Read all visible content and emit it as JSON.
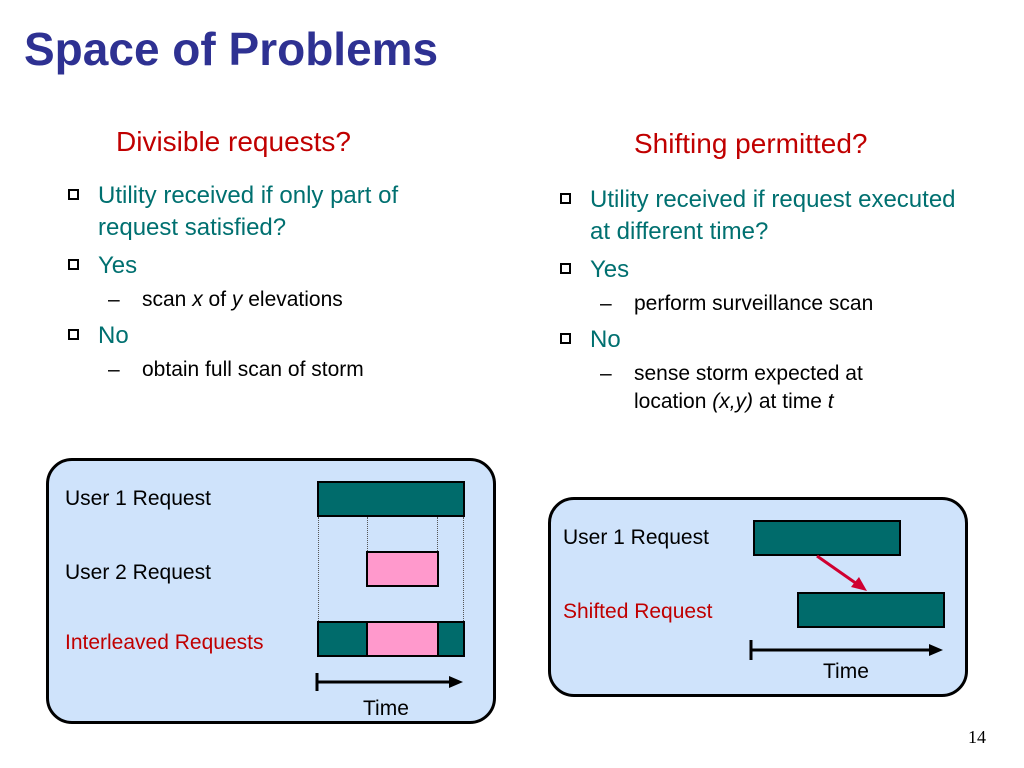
{
  "title": "Space of Problems",
  "left": {
    "heading": "Divisible requests?",
    "q": "Utility received if only part of request satisfied?",
    "yes": "Yes",
    "yes_sub_a": "scan ",
    "yes_sub_x": "x",
    "yes_sub_b": " of ",
    "yes_sub_y": "y",
    "yes_sub_c": " elevations",
    "no": "No",
    "no_sub": "obtain full scan of storm"
  },
  "right": {
    "heading": "Shifting permitted?",
    "q": "Utility received if request executed at different time?",
    "yes": "Yes",
    "yes_sub": "perform surveillance scan",
    "no": "No",
    "no_sub_a": "sense storm expected at location ",
    "no_sub_xy": "(x,y)",
    "no_sub_b": " at time ",
    "no_sub_t": "t"
  },
  "diagram_left": {
    "user1": "User 1 Request",
    "user2": "User 2 Request",
    "interleaved": "Interleaved Requests",
    "time": "Time"
  },
  "diagram_right": {
    "user1": "User 1 Request",
    "shifted": "Shifted Request",
    "time": "Time"
  },
  "colors": {
    "title": "#2e3192",
    "heading": "#c00000",
    "bullet_text": "#007070",
    "teal_bar": "#006b6b",
    "pink_bar": "#ff99cc",
    "diagram_bg": "#cfe3fb",
    "arrow": "#d00030"
  },
  "page_number": "14"
}
